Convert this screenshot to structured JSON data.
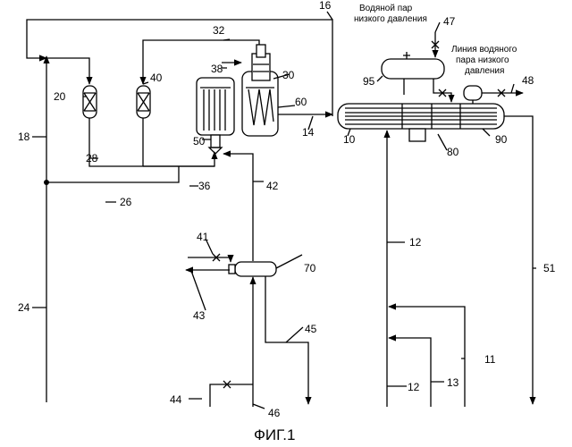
{
  "figure": {
    "caption": "ФИГ.1",
    "notes": {
      "lp_steam_line1": "Водяной пар",
      "lp_steam_line2": "низкого давления",
      "lp_steam_line_title1": "Линия водяного",
      "lp_steam_line_title2": "пара низкого",
      "lp_steam_line_title3": "давления"
    },
    "labels": {
      "l10": "10",
      "l11": "11",
      "l12a": "12",
      "l12b": "12",
      "l13": "13",
      "l14": "14",
      "l16": "16",
      "l18": "18",
      "l20": "20",
      "l24": "24",
      "l26": "26",
      "l28": "28",
      "l30": "30",
      "l32": "32",
      "l36": "36",
      "l38": "38",
      "l40": "40",
      "l41": "41",
      "l42": "42",
      "l43": "43",
      "l44": "44",
      "l45": "45",
      "l46": "46",
      "l47": "47",
      "l48": "48",
      "l50": "50",
      "l51": "51",
      "l60": "60",
      "l70": "70",
      "l80": "80",
      "l90": "90",
      "l95": "95"
    }
  }
}
